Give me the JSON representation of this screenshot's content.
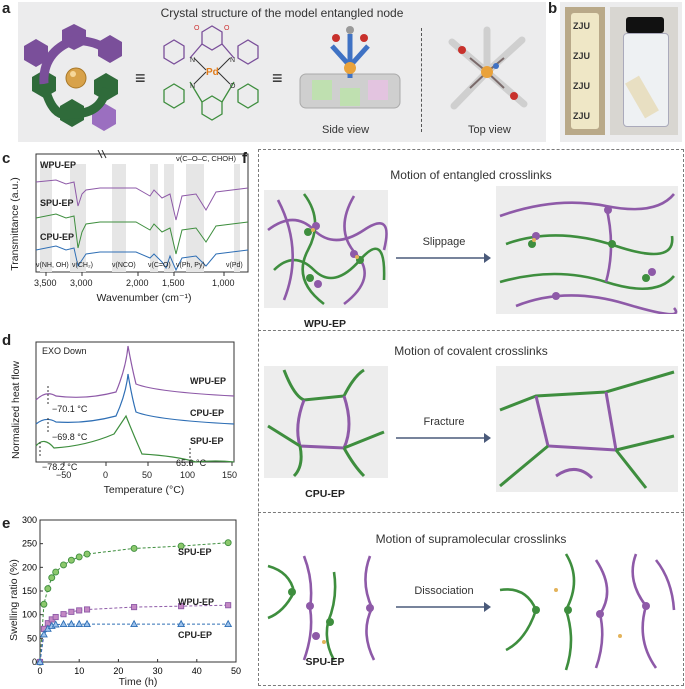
{
  "panels": {
    "a": {
      "label": "a",
      "title": "Crystal structure of the model entangled node",
      "equiv": "≡",
      "side_view": "Side view",
      "top_view": "Top view",
      "molecule_pd": "Pd",
      "molecule_n": "N",
      "molecule_o": "O"
    },
    "b": {
      "label": "b",
      "stamp": "ZJU"
    },
    "c": {
      "label": "c",
      "ylabel": "Transmittance (a.u.)",
      "xlabel": "Wavenumber (cm⁻¹)",
      "series_labels": [
        "WPU-EP",
        "SPU-EP",
        "CPU-EP"
      ],
      "top_annotation": "ν(C–O–C, CHOH)",
      "bottom_annotations": [
        "ν(NH, OH)",
        "ν(CH₂)",
        "ν(NCO)",
        "ν(C=O)",
        "ν(Ph, Py)",
        "ν(Pd)"
      ],
      "xticks": [
        "3,500",
        "3,000",
        "2,000",
        "1,500",
        "1,000"
      ]
    },
    "d": {
      "label": "d",
      "ylabel": "Normalized heat flow",
      "xlabel": "Temperature (°C)",
      "exo": "EXO Down",
      "series_labels": [
        "WPU-EP",
        "CPU-EP",
        "SPU-EP"
      ],
      "tg_labels": [
        "−70.1 °C",
        "−69.8 °C",
        "−78.2 °C",
        "65.6 °C"
      ],
      "xticks": [
        "−50",
        "0",
        "50",
        "100",
        "150"
      ]
    },
    "e": {
      "label": "e",
      "ylabel": "Swelling ratio (%)",
      "xlabel": "Time (h)",
      "yticks": [
        "0",
        "50",
        "100",
        "150",
        "200",
        "250",
        "300"
      ],
      "xticks": [
        "0",
        "10",
        "20",
        "30",
        "40",
        "50"
      ],
      "series_labels": [
        "SPU-EP",
        "WPU-EP",
        "CPU-EP"
      ]
    },
    "f": {
      "label": "f",
      "rows": [
        {
          "title": "Motion of entangled crosslinks",
          "action": "Slippage",
          "name": "WPU-EP"
        },
        {
          "title": "Motion of covalent crosslinks",
          "action": "Fracture",
          "name": "CPU-EP"
        },
        {
          "title": "Motion of supramolecular crosslinks",
          "action": "Dissociation",
          "name": "SPU-EP"
        }
      ]
    }
  },
  "colors": {
    "purple": "#8e5aa8",
    "green": "#3e8e3e",
    "blue": "#2f6fb5",
    "light_green": "#8cc86c",
    "light_purple": "#c489c4",
    "gold": "#e3b35a"
  },
  "chart_data": [
    {
      "type": "line",
      "panel": "e",
      "xlabel": "Time (h)",
      "ylabel": "Swelling ratio (%)",
      "xlim": [
        0,
        50
      ],
      "ylim": [
        0,
        300
      ],
      "series": [
        {
          "name": "SPU-EP",
          "x": [
            0,
            1,
            2,
            3,
            4,
            6,
            8,
            10,
            12,
            24,
            36,
            48
          ],
          "y": [
            0,
            122,
            155,
            178,
            190,
            205,
            215,
            222,
            228,
            240,
            245,
            252
          ]
        },
        {
          "name": "WPU-EP",
          "x": [
            0,
            1,
            2,
            3,
            4,
            6,
            8,
            10,
            12,
            24,
            36,
            48
          ],
          "y": [
            0,
            70,
            82,
            90,
            95,
            101,
            106,
            109,
            111,
            116,
            118,
            120
          ]
        },
        {
          "name": "CPU-EP",
          "x": [
            0,
            1,
            2,
            3,
            4,
            6,
            8,
            10,
            12,
            24,
            36,
            48
          ],
          "y": [
            0,
            58,
            70,
            76,
            79,
            80,
            80,
            80,
            80,
            80,
            80,
            80
          ]
        }
      ]
    },
    {
      "type": "line",
      "panel": "d",
      "xlabel": "Temperature (°C)",
      "ylabel": "Normalized heat flow",
      "xlim": [
        -80,
        160
      ],
      "series": [
        {
          "name": "WPU-EP",
          "x": [
            -80,
            -70,
            -60,
            -40,
            -20,
            0,
            10,
            20,
            25,
            30,
            40,
            60,
            100,
            160
          ],
          "y": [
            0.2,
            0.1,
            0.0,
            0.0,
            0.02,
            0.08,
            0.2,
            0.55,
            0.95,
            0.55,
            0.1,
            0.0,
            0.0,
            0.0
          ]
        },
        {
          "name": "CPU-EP",
          "x": [
            -80,
            -70,
            -60,
            -40,
            -20,
            0,
            10,
            20,
            25,
            30,
            40,
            60,
            100,
            160
          ],
          "y": [
            0.2,
            0.1,
            0.0,
            0.0,
            0.02,
            0.1,
            0.25,
            0.6,
            1.0,
            0.5,
            0.1,
            0.0,
            0.0,
            0.0
          ]
        },
        {
          "name": "SPU-EP",
          "x": [
            -80,
            -70,
            -60,
            -40,
            -20,
            0,
            10,
            20,
            25,
            30,
            40,
            60,
            70,
            100,
            160
          ],
          "y": [
            0.3,
            0.15,
            0.0,
            0.05,
            0.15,
            0.4,
            0.6,
            0.75,
            0.7,
            0.4,
            0.1,
            0.0,
            -0.05,
            -0.05,
            -0.05
          ]
        }
      ]
    },
    {
      "type": "line",
      "panel": "c",
      "xlabel": "Wavenumber (cm⁻¹)",
      "ylabel": "Transmittance (a.u.)",
      "series": [
        {
          "name": "WPU-EP",
          "x": [
            3600,
            3400,
            3300,
            3000,
            2920,
            2860,
            2300,
            2100,
            1800,
            1700,
            1600,
            1450,
            1240,
            1100,
            1030,
            900,
            800
          ],
          "y": [
            1.0,
            0.8,
            0.75,
            0.95,
            0.3,
            0.4,
            1.0,
            1.0,
            1.0,
            0.5,
            0.7,
            0.6,
            0.55,
            0.3,
            0.5,
            0.85,
            0.9
          ]
        },
        {
          "name": "SPU-EP",
          "x": [
            3600,
            3400,
            3300,
            3000,
            2920,
            2860,
            2300,
            2100,
            1800,
            1700,
            1600,
            1450,
            1240,
            1100,
            1030,
            900,
            800
          ],
          "y": [
            1.0,
            0.85,
            0.8,
            0.95,
            0.25,
            0.35,
            1.0,
            1.0,
            1.0,
            0.55,
            0.7,
            0.6,
            0.55,
            0.25,
            0.5,
            0.85,
            0.9
          ]
        },
        {
          "name": "CPU-EP",
          "x": [
            3600,
            3400,
            3300,
            3000,
            2920,
            2860,
            2300,
            2100,
            1800,
            1700,
            1600,
            1450,
            1240,
            1100,
            1030,
            900,
            800
          ],
          "y": [
            1.0,
            0.8,
            0.75,
            0.95,
            0.3,
            0.4,
            1.0,
            1.0,
            1.0,
            0.5,
            0.6,
            0.55,
            0.5,
            0.3,
            0.45,
            0.85,
            0.9
          ]
        }
      ]
    }
  ]
}
